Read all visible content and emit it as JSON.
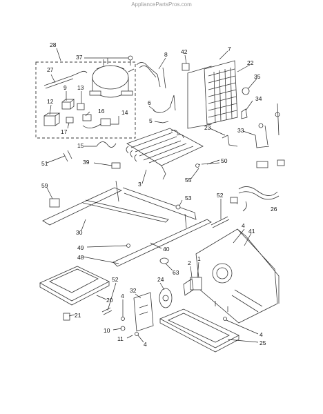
{
  "watermark": "AppliancePartsPros.com",
  "callouts": [
    {
      "id": "c28",
      "text": "28"
    },
    {
      "id": "c37",
      "text": "37"
    },
    {
      "id": "c27",
      "text": "27"
    },
    {
      "id": "c9",
      "text": "9"
    },
    {
      "id": "c13",
      "text": "13"
    },
    {
      "id": "c12",
      "text": "12"
    },
    {
      "id": "c16",
      "text": "16"
    },
    {
      "id": "c17",
      "text": "17"
    },
    {
      "id": "c14",
      "text": "14"
    },
    {
      "id": "c8",
      "text": "8"
    },
    {
      "id": "c42",
      "text": "42"
    },
    {
      "id": "c7",
      "text": "7"
    },
    {
      "id": "c22",
      "text": "22"
    },
    {
      "id": "c35",
      "text": "35"
    },
    {
      "id": "c6",
      "text": "6"
    },
    {
      "id": "c5",
      "text": "5"
    },
    {
      "id": "c34",
      "text": "34"
    },
    {
      "id": "c23",
      "text": "23"
    },
    {
      "id": "c33",
      "text": "33"
    },
    {
      "id": "c15",
      "text": "15"
    },
    {
      "id": "c51",
      "text": "51"
    },
    {
      "id": "c39",
      "text": "39"
    },
    {
      "id": "c50",
      "text": "50"
    },
    {
      "id": "c55",
      "text": "55"
    },
    {
      "id": "c3",
      "text": "3"
    },
    {
      "id": "c59",
      "text": "59"
    },
    {
      "id": "c52a",
      "text": "52"
    },
    {
      "id": "c53",
      "text": "53"
    },
    {
      "id": "c26",
      "text": "26"
    },
    {
      "id": "c4a",
      "text": "4"
    },
    {
      "id": "c41",
      "text": "41"
    },
    {
      "id": "c30",
      "text": "30"
    },
    {
      "id": "c49",
      "text": "49"
    },
    {
      "id": "c40",
      "text": "40"
    },
    {
      "id": "c48",
      "text": "48"
    },
    {
      "id": "c63",
      "text": "63"
    },
    {
      "id": "c2",
      "text": "2"
    },
    {
      "id": "c1",
      "text": "1"
    },
    {
      "id": "c52b",
      "text": "52"
    },
    {
      "id": "c24",
      "text": "24"
    },
    {
      "id": "c32",
      "text": "32"
    },
    {
      "id": "c20",
      "text": "20"
    },
    {
      "id": "c4b",
      "text": "4"
    },
    {
      "id": "c21",
      "text": "21"
    },
    {
      "id": "c10",
      "text": "10"
    },
    {
      "id": "c11",
      "text": "11"
    },
    {
      "id": "c4c",
      "text": "4"
    },
    {
      "id": "c4d",
      "text": "4"
    },
    {
      "id": "c25",
      "text": "25"
    }
  ]
}
